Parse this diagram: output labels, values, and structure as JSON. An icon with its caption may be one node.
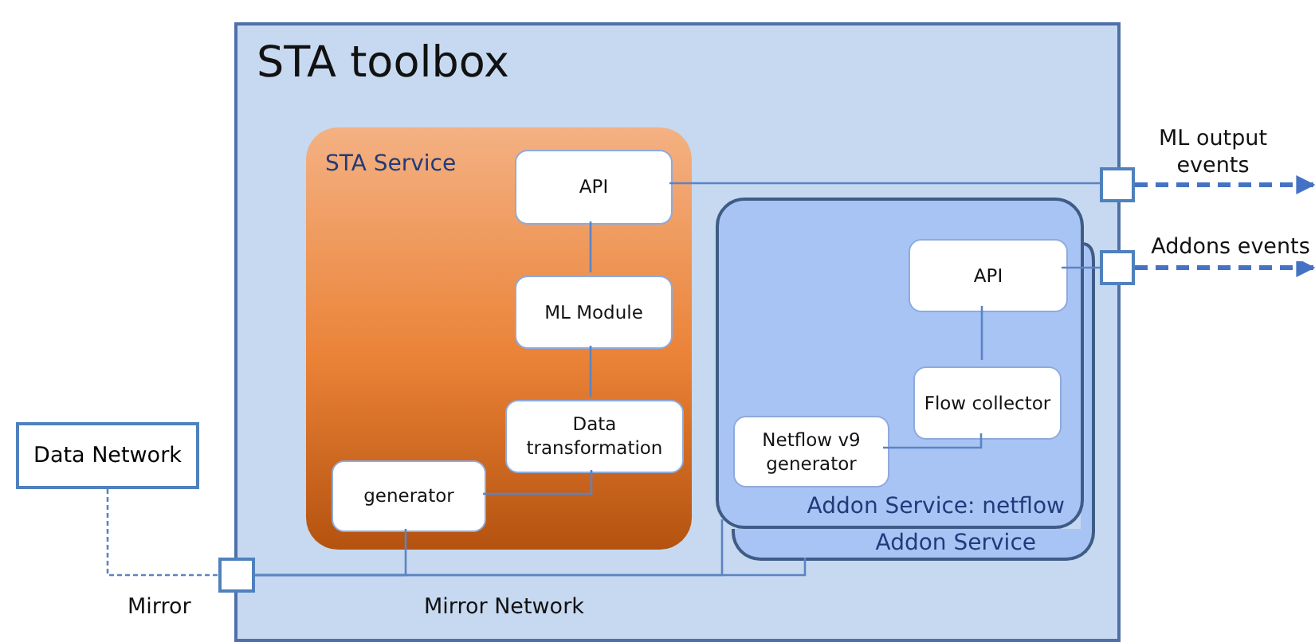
{
  "diagram": {
    "nodes": [
      {
        "text": [
          "STA toolbox"
        ]
      },
      {
        "text": [
          "STA Service"
        ],
        "in": 0
      },
      {
        "text": [
          "API"
        ],
        "in": 1
      },
      {
        "text": [
          "ML Module"
        ],
        "in": 1
      },
      {
        "text": [
          "Data transformation"
        ],
        "in": 1
      },
      {
        "text": [
          "generator"
        ],
        "in": 1
      },
      {
        "text": [
          "Addon Service: netflow"
        ],
        "in": 0
      },
      {
        "text": [
          "API"
        ],
        "in": 6
      },
      {
        "text": [
          "Flow collector"
        ],
        "in": 6
      },
      {
        "text": [
          "Netflow v9 generator"
        ],
        "in": 6
      },
      {
        "text": [
          "Addon Service"
        ],
        "in": 0
      },
      {
        "text": [
          "Data Network"
        ]
      },
      {
        "text": [],
        "shape": "box",
        "beside": [
          "Mirror"
        ]
      },
      {
        "text": [],
        "shape": "box"
      },
      {
        "text": [],
        "shape": "box"
      }
    ],
    "edges": [
      {
        "from": 2,
        "to": 3,
        "arrow": "none"
      },
      {
        "from": 3,
        "to": 4,
        "arrow": "none"
      },
      {
        "from": 4,
        "to": 5,
        "arrow": "none"
      },
      {
        "from": 7,
        "to": 8,
        "arrow": "none"
      },
      {
        "from": 8,
        "to": 9,
        "arrow": "none"
      },
      {
        "from": 11,
        "to": 12,
        "arrow": "none",
        "style": "dashed"
      },
      {
        "from": 12,
        "to": 5,
        "arrow": "none"
      },
      {
        "from": 12,
        "to": 6,
        "arrow": "none"
      },
      {
        "from": 12,
        "to": 10,
        "arrow": "none"
      },
      {
        "from": 2,
        "to": 13,
        "arrow": "none"
      },
      {
        "from": 7,
        "to": 14,
        "arrow": "none"
      },
      {
        "from": 13,
        "to": null,
        "arrow": "to",
        "label": "ML output events",
        "style": "dashed",
        "color": "#4472c4"
      },
      {
        "from": 14,
        "to": null,
        "arrow": "to",
        "label": "Addons events",
        "style": "dashed",
        "color": "#4472c4"
      }
    ],
    "labels": [
      "Mirror Network"
    ]
  }
}
